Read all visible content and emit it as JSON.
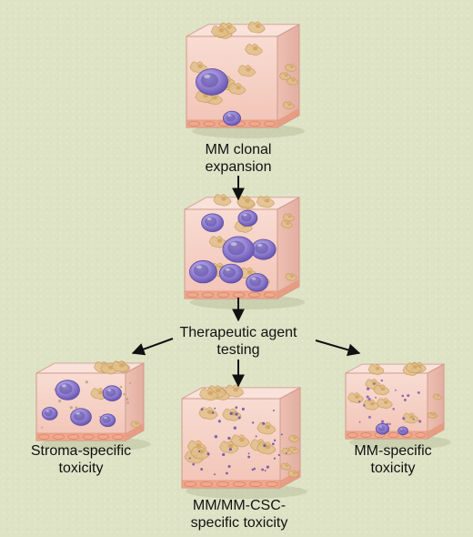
{
  "labels": {
    "clonal_line1": "MM clonal",
    "clonal_line2": "expansion",
    "agent_line1": "Therapeutic agent",
    "agent_line2": "testing",
    "stroma_line1": "Stroma-specific",
    "stroma_line2": "toxicity",
    "csc_line1": "MM/MM-CSC-",
    "csc_line2": "specific toxicity",
    "mm_line1": "MM-specific",
    "mm_line2": "toxicity"
  },
  "colors": {
    "background": "#dfe3c6",
    "cube_front": "#f4cfc4",
    "cube_side": "#e9b9ad",
    "cube_top": "#f8e2da",
    "stroma_cell": "#e2c08a",
    "myeloma_cell": "#8a78c8",
    "myeloma_nucleus": "#5a4aa0",
    "base_layer": "#f0a98e",
    "arrow": "#111111"
  }
}
